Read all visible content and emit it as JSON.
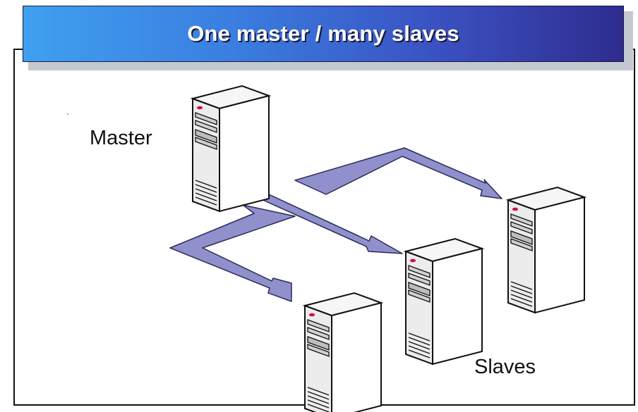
{
  "slide": {
    "title": "One master / many slaves"
  },
  "diagram": {
    "master_label": "Master",
    "slaves_label": "Slaves",
    "arrow_color": "#8f90cc",
    "arrow_stroke": "#2b2b5a",
    "title_gradient": [
      "#3fa0ee",
      "#2e2c8e"
    ]
  }
}
